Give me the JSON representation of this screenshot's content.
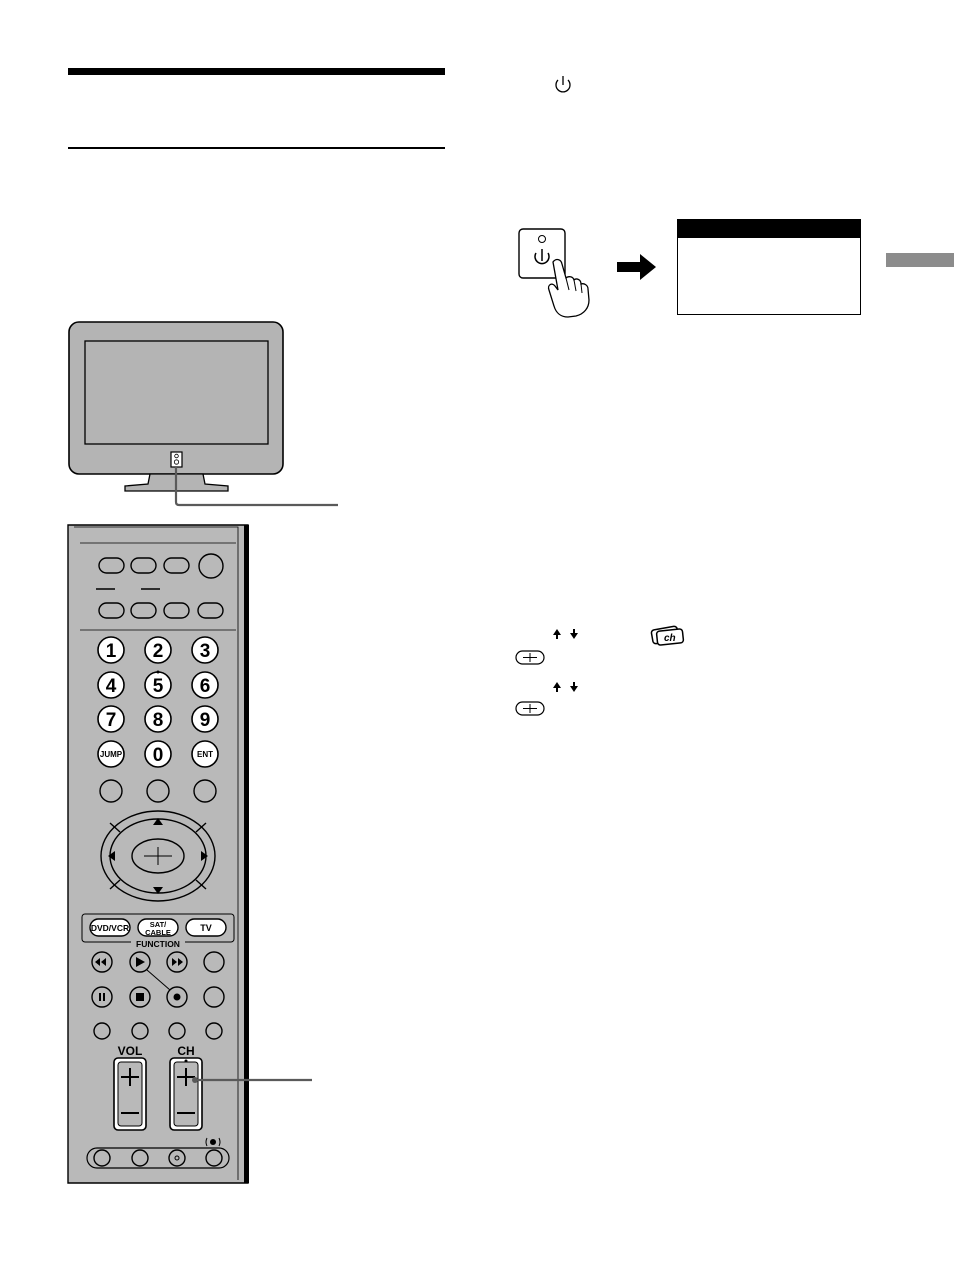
{
  "page": {
    "side_tab_color": "#8c8c8c"
  },
  "remote": {
    "numbers": [
      "1",
      "2",
      "3",
      "4",
      "5",
      "6",
      "7",
      "8",
      "9",
      "0"
    ],
    "jump_label": "JUMP",
    "ent_label": "ENT",
    "function_buttons": [
      "DVD/VCR",
      "SAT/ CABLE",
      "TV"
    ],
    "function_sat_line1": "SAT/",
    "function_sat_line2": "CABLE",
    "function_label": "FUNCTION",
    "vol_label": "VOL",
    "ch_label": "CH"
  },
  "icons": {
    "power": "power-icon",
    "arrow_right": "arrow-right-icon",
    "hand_press": "hand-press-icon",
    "up_down": "up-down-arrow-icon",
    "channel_menu": "channel-menu-icon",
    "select": "select-button-icon"
  }
}
